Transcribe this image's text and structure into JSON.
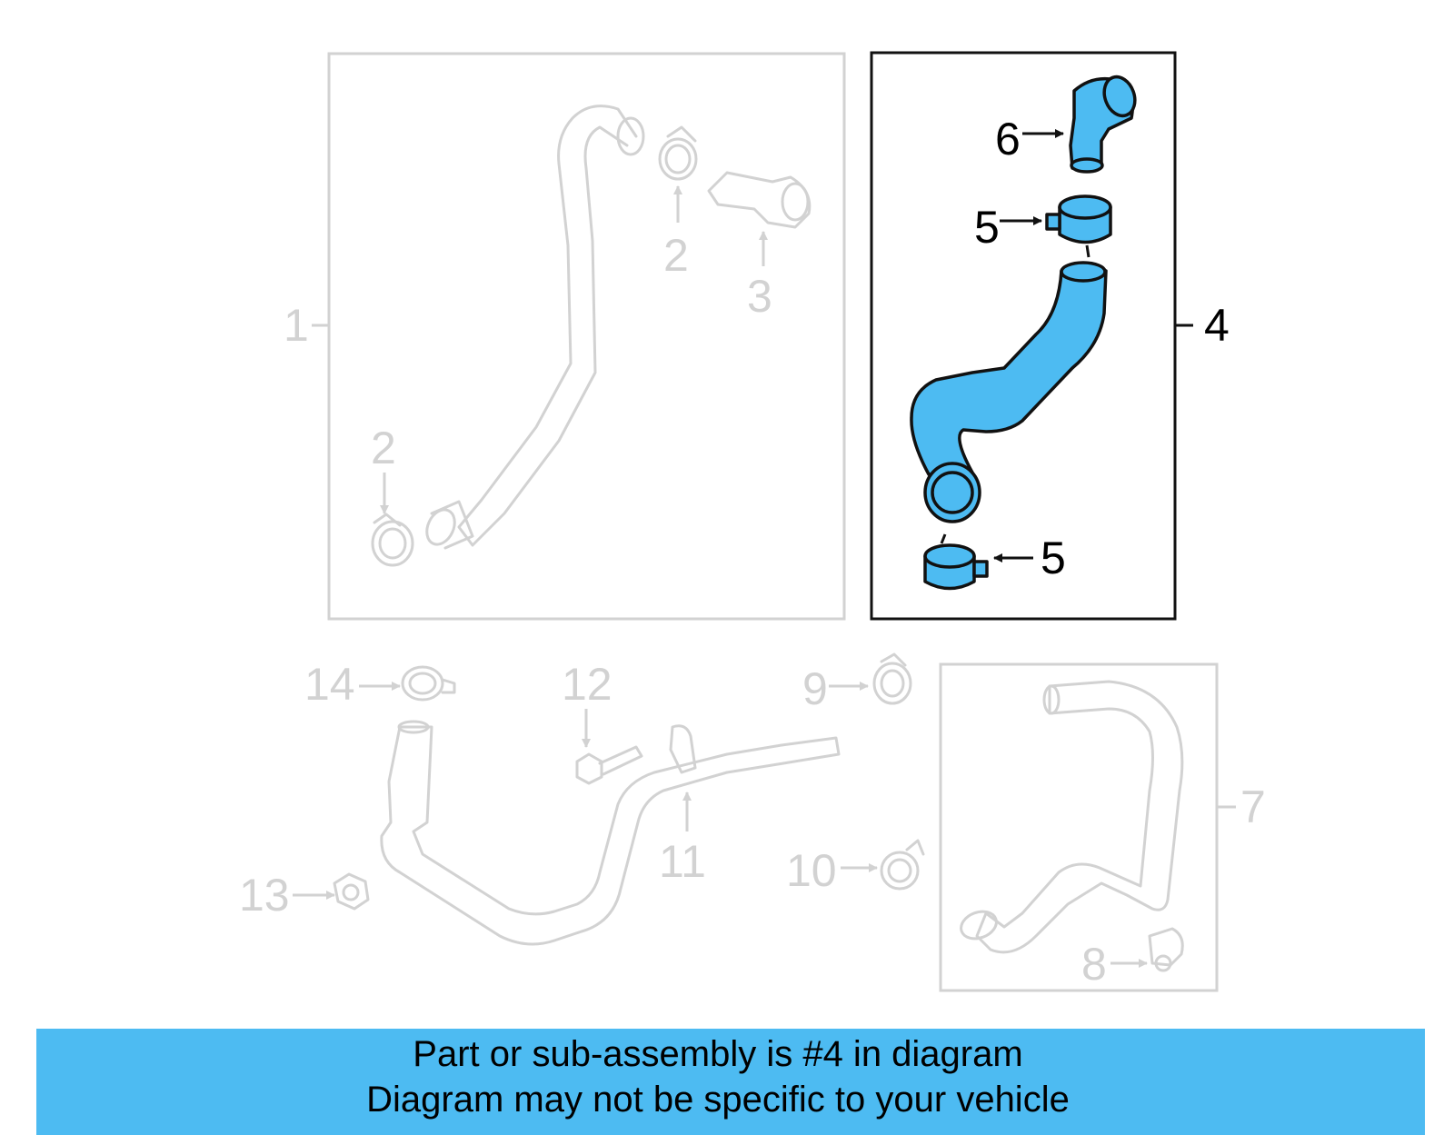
{
  "colors": {
    "highlight": "#4dbbf2",
    "faded": "#d2d2d2",
    "active": "#111111",
    "banner": "#4dbbf2"
  },
  "callouts": {
    "c1": "1",
    "c2a": "2",
    "c2b": "2",
    "c3": "3",
    "c4": "4",
    "c5a": "5",
    "c5b": "5",
    "c6": "6",
    "c7": "7",
    "c8": "8",
    "c9": "9",
    "c10": "10",
    "c11": "11",
    "c12": "12",
    "c13": "13",
    "c14": "14"
  },
  "banner": {
    "line1": "Part or sub-assembly is #4 in diagram",
    "line2": "Diagram may not be specific to your vehicle"
  }
}
